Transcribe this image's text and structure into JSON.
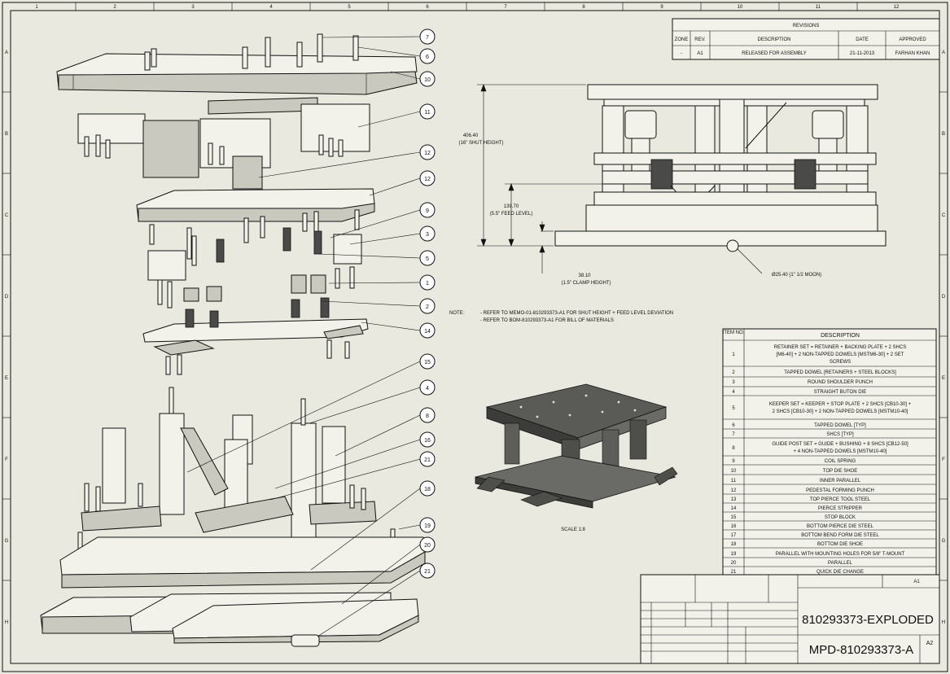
{
  "border": {
    "col_numbers": [
      "1",
      "2",
      "3",
      "4",
      "5",
      "6",
      "7",
      "8",
      "9",
      "10",
      "11",
      "12"
    ],
    "row_letters": [
      "A",
      "B",
      "C",
      "D",
      "E",
      "F",
      "G",
      "H"
    ]
  },
  "revisions": {
    "title": "REVISIONS",
    "headers": [
      "ZONE",
      "REV.",
      "DESCRIPTION",
      "DATE",
      "APPROVED"
    ],
    "rows": [
      [
        "-",
        "A1",
        "RELEASED FOR ASSEMBLY",
        "21-11-2013",
        "FARHAN KHAN"
      ]
    ]
  },
  "balloons": [
    "7",
    "6",
    "10",
    "11",
    "12",
    "12",
    "9",
    "3",
    "5",
    "1",
    "2",
    "14",
    "15",
    "4",
    "8",
    "16",
    "21",
    "18",
    "19",
    "20",
    "21"
  ],
  "dimensions": {
    "shut_height_value": "406.40",
    "shut_height_label": "(16\" SHUT HEIGHT)",
    "feed_level_value": "139.70",
    "feed_level_label": "(5.5\" FEED LEVEL)",
    "clamp_height_value": "38.10",
    "clamp_height_label": "(1.5\" CLAMP HEIGHT)",
    "moon_hole": "Ø25.40 (1\" 1/2 MOON)"
  },
  "note": {
    "label": "NOTE:",
    "lines": [
      "- REFER TO MEMO-01-810293373-A1 FOR SHUT HEIGHT + FEED LEVEL DEVIATION",
      "- REFER TO BOM-810293373-A1 FOR BILL OF MATERIALS"
    ]
  },
  "iso_view": {
    "scale": "SCALE 1:8"
  },
  "bom": {
    "headers": [
      "ITEM NO.",
      "DESCRIPTION"
    ],
    "rows": [
      {
        "no": "1",
        "lines": [
          "RETAINER SET = RETAINER + BACKING PLATE + 2 SHCS",
          "[M6-40] + 2 NON-TAPPED DOWELS [MSTM6-30] + 2 SET",
          "SCREWS"
        ]
      },
      {
        "no": "2",
        "lines": [
          "TAPPED DOWEL [RETAINERS + STEEL BLOCKS]"
        ]
      },
      {
        "no": "3",
        "lines": [
          "ROUND SHOULDER PUNCH"
        ]
      },
      {
        "no": "4",
        "lines": [
          "STRAIGHT BUTON DIE"
        ]
      },
      {
        "no": "5",
        "lines": [
          "KEEPER SET = KEEPER + STOP PLATE + 2 SHCS [CB10-30] +",
          "2 SHCS [CB10-30] + 2 NON-TAPPED DOWELS [MSTM10-40]"
        ]
      },
      {
        "no": "6",
        "lines": [
          "TAPPED DOWEL [TYP]"
        ]
      },
      {
        "no": "7",
        "lines": [
          "SHCS [TYP]"
        ]
      },
      {
        "no": "8",
        "lines": [
          "GUIDE POST SET = GUIDE + BUSHING + 8 SHCS [CB12-50]",
          "+ 4 NON-TAPPED DOWELS [MSTM10-40]"
        ]
      },
      {
        "no": "9",
        "lines": [
          "COIL SPRING"
        ]
      },
      {
        "no": "10",
        "lines": [
          "TOP DIE SHOE"
        ]
      },
      {
        "no": "11",
        "lines": [
          "INNER PARALLEL"
        ]
      },
      {
        "no": "12",
        "lines": [
          "PEDESTAL FORMING PUNCH"
        ]
      },
      {
        "no": "13",
        "lines": [
          "TOP PIERCE TOOL STEEL"
        ]
      },
      {
        "no": "14",
        "lines": [
          "PIERCE STRIPPER"
        ]
      },
      {
        "no": "15",
        "lines": [
          "STOP BLOCK"
        ]
      },
      {
        "no": "16",
        "lines": [
          "BOTTOM PIERCE DIE STEEL"
        ]
      },
      {
        "no": "17",
        "lines": [
          "BOTTOM BEND FORM DIE STEEL"
        ]
      },
      {
        "no": "18",
        "lines": [
          "BOTTOM DIE SHOE"
        ]
      },
      {
        "no": "19",
        "lines": [
          "PARALLEL WITH MOUNTING HOLES FOR 5/8\" T-MOUNT"
        ]
      },
      {
        "no": "20",
        "lines": [
          "PARALLEL"
        ]
      },
      {
        "no": "21",
        "lines": [
          "QUICK DIE CHANGE"
        ]
      }
    ]
  },
  "title_block": {
    "drawing_title": "810293373-EXPLODED",
    "dwg_no": "MPD-810293373-A",
    "size": "A2",
    "rev": "A1"
  }
}
